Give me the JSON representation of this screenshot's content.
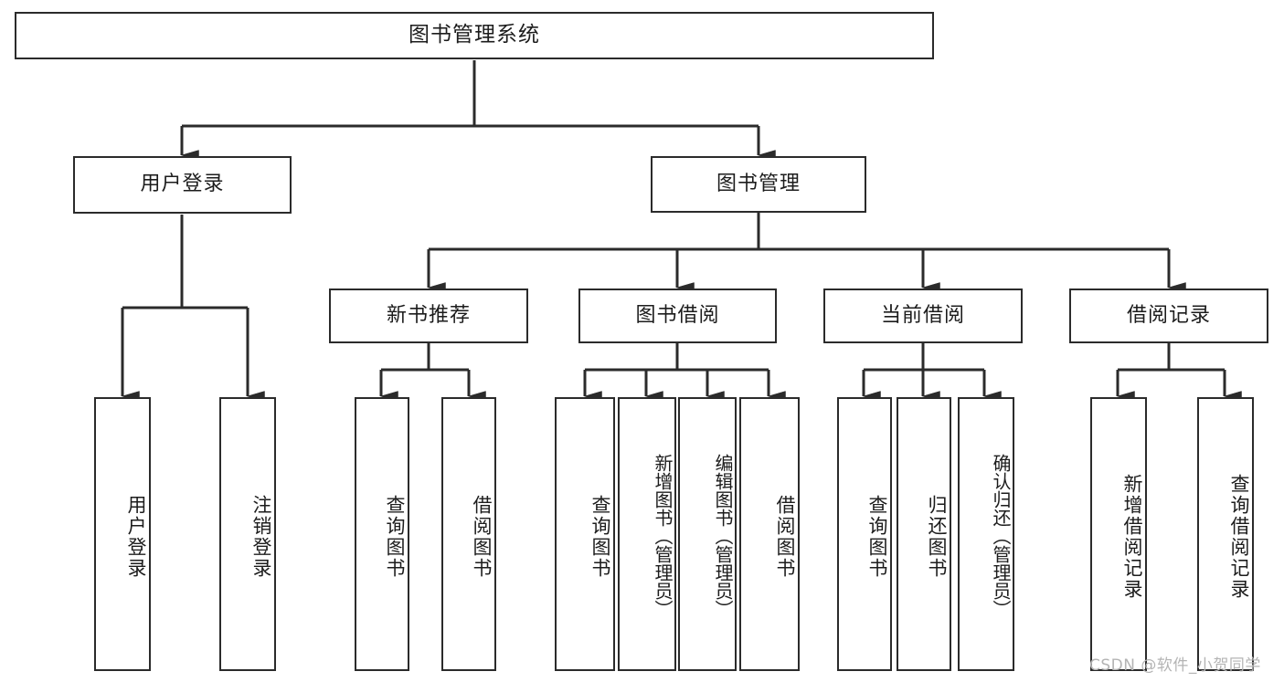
{
  "diagram": {
    "kind": "tree-hierarchy-chart",
    "orientation": "top-down",
    "watermark": "CSDN @软件_小贺同学",
    "colors": {
      "background": "#ffffff",
      "stroke": "#2b2b2b",
      "text": "#1c1c1c",
      "watermark": "#b4b4b4"
    },
    "root": {
      "label": "图书管理系统"
    },
    "level1": [
      {
        "id": "user-login",
        "label": "用户登录"
      },
      {
        "id": "book-manage",
        "label": "图书管理"
      }
    ],
    "level2": [
      {
        "id": "new-book-recommend",
        "label": "新书推荐",
        "parent": "book-manage"
      },
      {
        "id": "book-borrow",
        "label": "图书借阅",
        "parent": "book-manage"
      },
      {
        "id": "current-borrow",
        "label": "当前借阅",
        "parent": "book-manage"
      },
      {
        "id": "borrow-record",
        "label": "借阅记录",
        "parent": "book-manage"
      }
    ],
    "leaves": [
      {
        "id": "leaf-user-login",
        "label": "用户登录",
        "parent": "user-login"
      },
      {
        "id": "leaf-logout-login",
        "label": "注销登录",
        "parent": "user-login"
      },
      {
        "id": "leaf-query-book-1",
        "label": "查询图书",
        "parent": "new-book-recommend"
      },
      {
        "id": "leaf-borrow-book-1",
        "label": "借阅图书",
        "parent": "new-book-recommend"
      },
      {
        "id": "leaf-query-book-2",
        "label": "查询图书",
        "parent": "book-borrow"
      },
      {
        "id": "leaf-add-book",
        "label": "新增图书（管理员）",
        "parent": "book-borrow"
      },
      {
        "id": "leaf-edit-book",
        "label": "编辑图书（管理员）",
        "parent": "book-borrow"
      },
      {
        "id": "leaf-borrow-book-2",
        "label": "借阅图书",
        "parent": "book-borrow"
      },
      {
        "id": "leaf-query-book-3",
        "label": "查询图书",
        "parent": "current-borrow"
      },
      {
        "id": "leaf-return-book",
        "label": "归还图书",
        "parent": "current-borrow"
      },
      {
        "id": "leaf-confirm-return",
        "label": "确认归还（管理员）",
        "parent": "current-borrow"
      },
      {
        "id": "leaf-add-record",
        "label": "新增借阅记录",
        "parent": "borrow-record"
      },
      {
        "id": "leaf-query-record",
        "label": "查询借阅记录",
        "parent": "borrow-record"
      }
    ]
  }
}
